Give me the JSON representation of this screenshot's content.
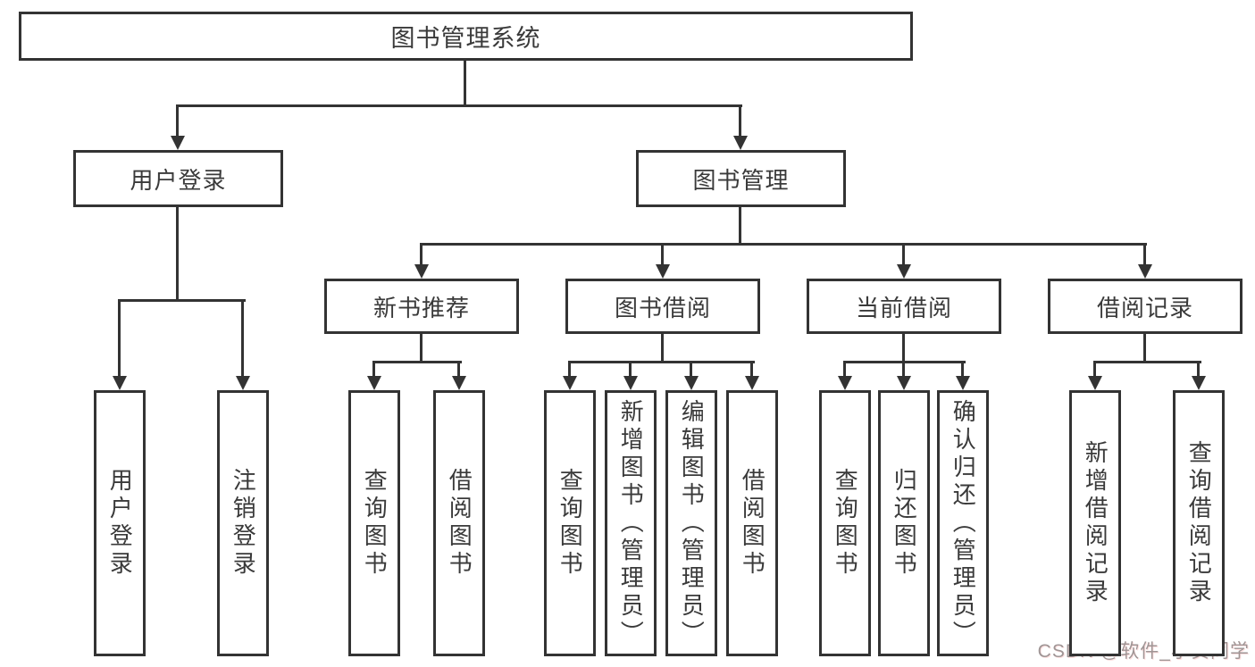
{
  "tree": {
    "label": "图书管理系统",
    "children": [
      {
        "label": "用户登录",
        "children": [
          {
            "label": "用户登录"
          },
          {
            "label": "注销登录"
          }
        ]
      },
      {
        "label": "图书管理",
        "children": [
          {
            "label": "新书推荐",
            "children": [
              {
                "label": "查询图书"
              },
              {
                "label": "借阅图书"
              }
            ]
          },
          {
            "label": "图书借阅",
            "children": [
              {
                "label": "查询图书"
              },
              {
                "label": "新增图书（管理员）"
              },
              {
                "label": "编辑图书（管理员）"
              },
              {
                "label": "借阅图书"
              }
            ]
          },
          {
            "label": "当前借阅",
            "children": [
              {
                "label": "查询图书"
              },
              {
                "label": "归还图书"
              },
              {
                "label": "确认归还（管理员）"
              }
            ]
          },
          {
            "label": "借阅记录",
            "children": [
              {
                "label": "新增借阅记录"
              },
              {
                "label": "查询借阅记录"
              }
            ]
          }
        ]
      }
    ]
  },
  "watermark": {
    "text": "CSDN @软件_小贺同学"
  },
  "colors": {
    "line": "#333333",
    "text": "#3a3a3a",
    "watermark": "#9f9595",
    "background": "#ffffff"
  }
}
